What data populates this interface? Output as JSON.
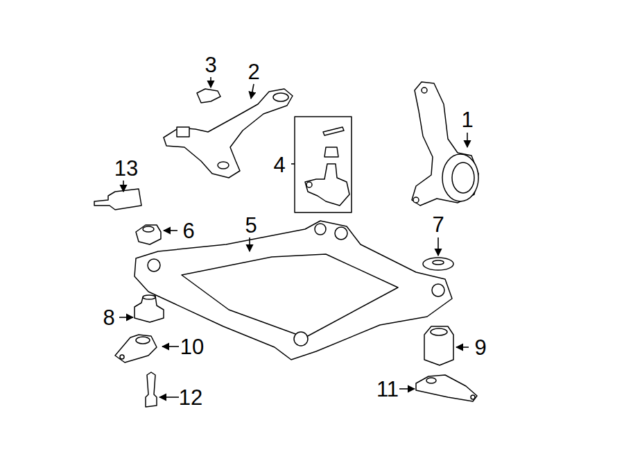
{
  "diagram": {
    "labels": [
      "3",
      "2",
      "1",
      "4",
      "13",
      "5",
      "6",
      "7",
      "8",
      "10",
      "9",
      "11",
      "12"
    ]
  }
}
